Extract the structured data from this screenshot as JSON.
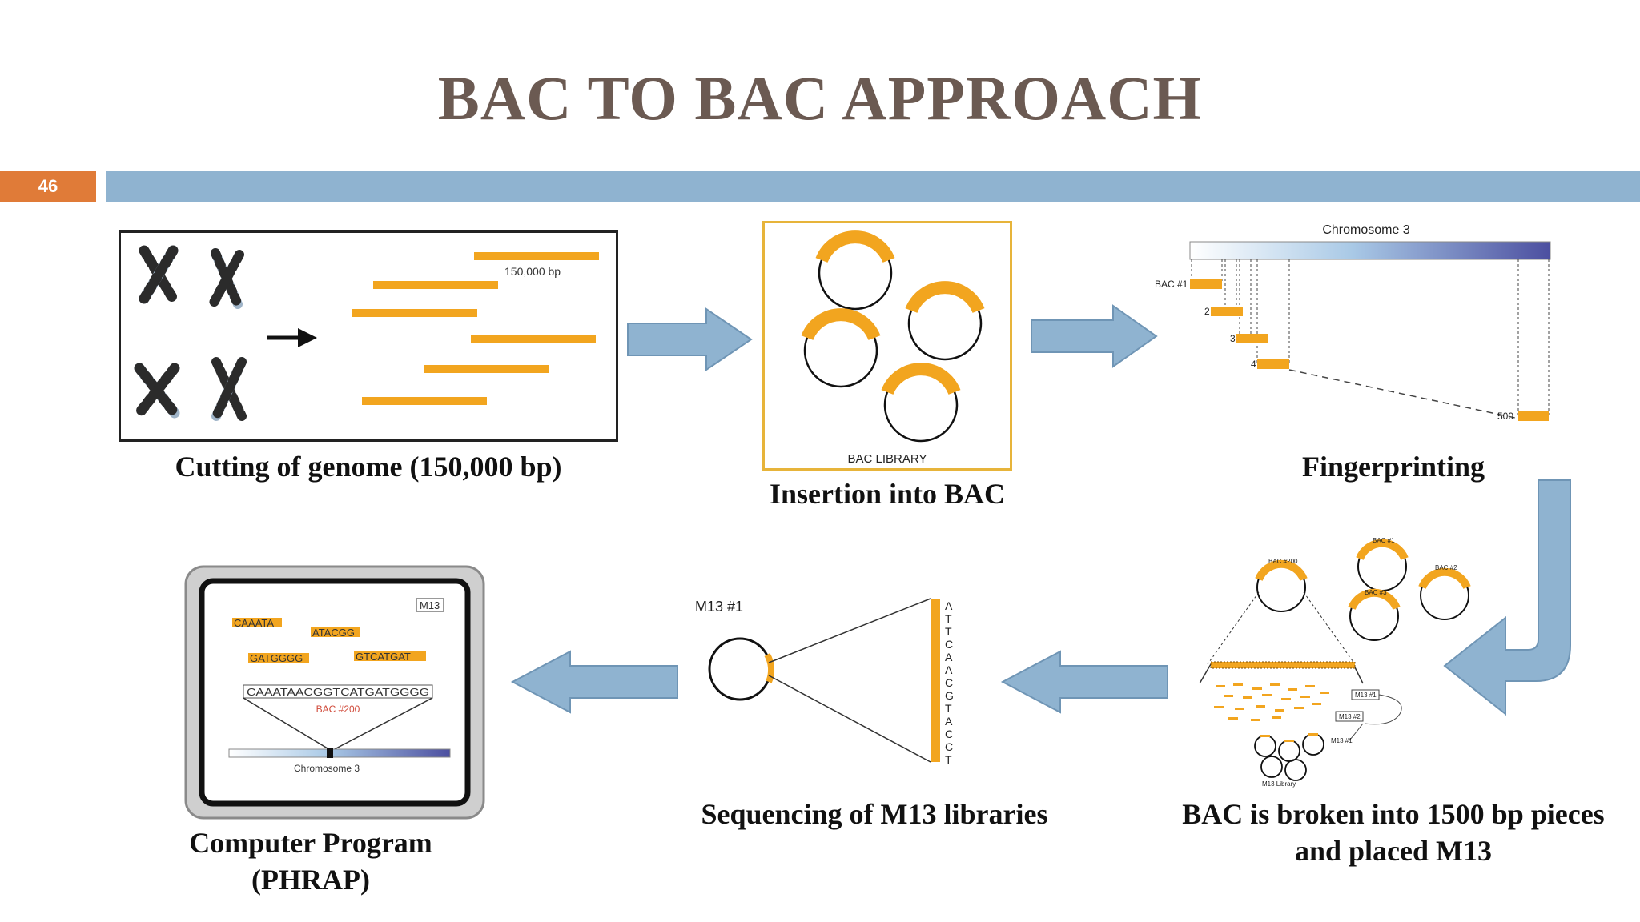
{
  "slide": {
    "title": "BAC TO BAC APPROACH",
    "number": "46"
  },
  "steps": {
    "cutting": {
      "caption": "Cutting of genome (150,000 bp)",
      "fragment_label": "150,000 bp"
    },
    "insertion": {
      "caption": "Insertion into BAC",
      "library_label": "BAC LIBRARY"
    },
    "fingerprinting": {
      "caption": "Fingerprinting",
      "chromosome_label": "Chromosome 3",
      "bac_labels": [
        "BAC #1",
        "2",
        "3",
        "4",
        "500"
      ]
    },
    "broken": {
      "caption_line1": "BAC is broken into 1500 bp pieces",
      "caption_line2": "and placed M13",
      "small_labels": [
        "BAC #200",
        "BAC #1",
        "BAC #3",
        "BAC #2",
        "M13 #1",
        "M13 #2",
        "M13 #1",
        "M13 Library"
      ]
    },
    "sequencing": {
      "caption": "Sequencing of M13 libraries",
      "m13_label": "M13 #1",
      "sequence": [
        "A",
        "T",
        "T",
        "C",
        "A",
        "A",
        "C",
        "G",
        "T",
        "A",
        "C",
        "C",
        "T"
      ]
    },
    "computer": {
      "caption_line1": "Computer Program",
      "caption_line2": "(PHRAP)",
      "m13_tag": "M13",
      "fragments": [
        "CAAATA",
        "ATACGG",
        "GATGGGG",
        "GTCATGAT"
      ],
      "assembled": "CAAATAACGGTCATGATGGGG",
      "bac_label": "BAC #200",
      "chromosome_label": "Chromosome 3"
    }
  },
  "colors": {
    "accent_orange": "#f2a51f",
    "arrow_blue": "#8fb3d0",
    "title_brown": "#6b5a52",
    "slide_number_bg": "#e07b38"
  }
}
